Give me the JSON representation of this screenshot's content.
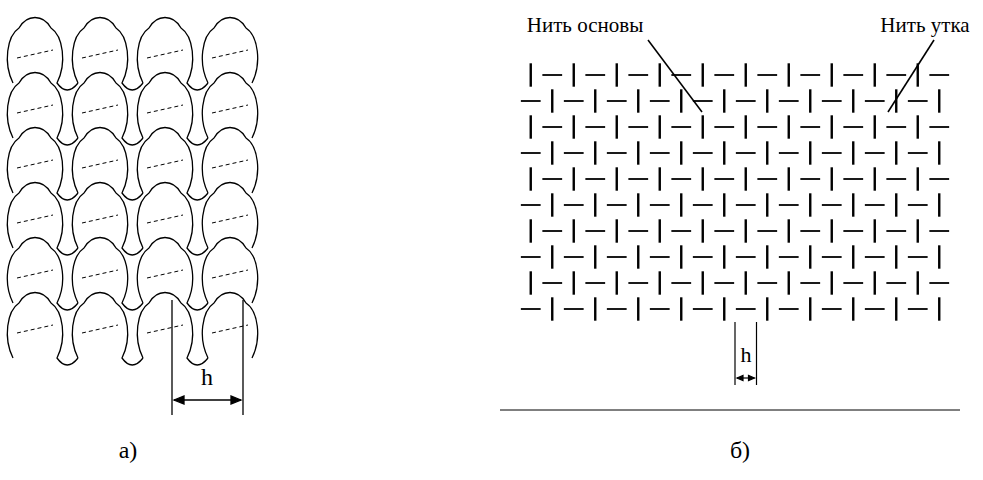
{
  "diagram": {
    "labels": [
      "h",
      "а)",
      "Нить основы",
      "Нить утка",
      "h",
      "б)"
    ]
  }
}
